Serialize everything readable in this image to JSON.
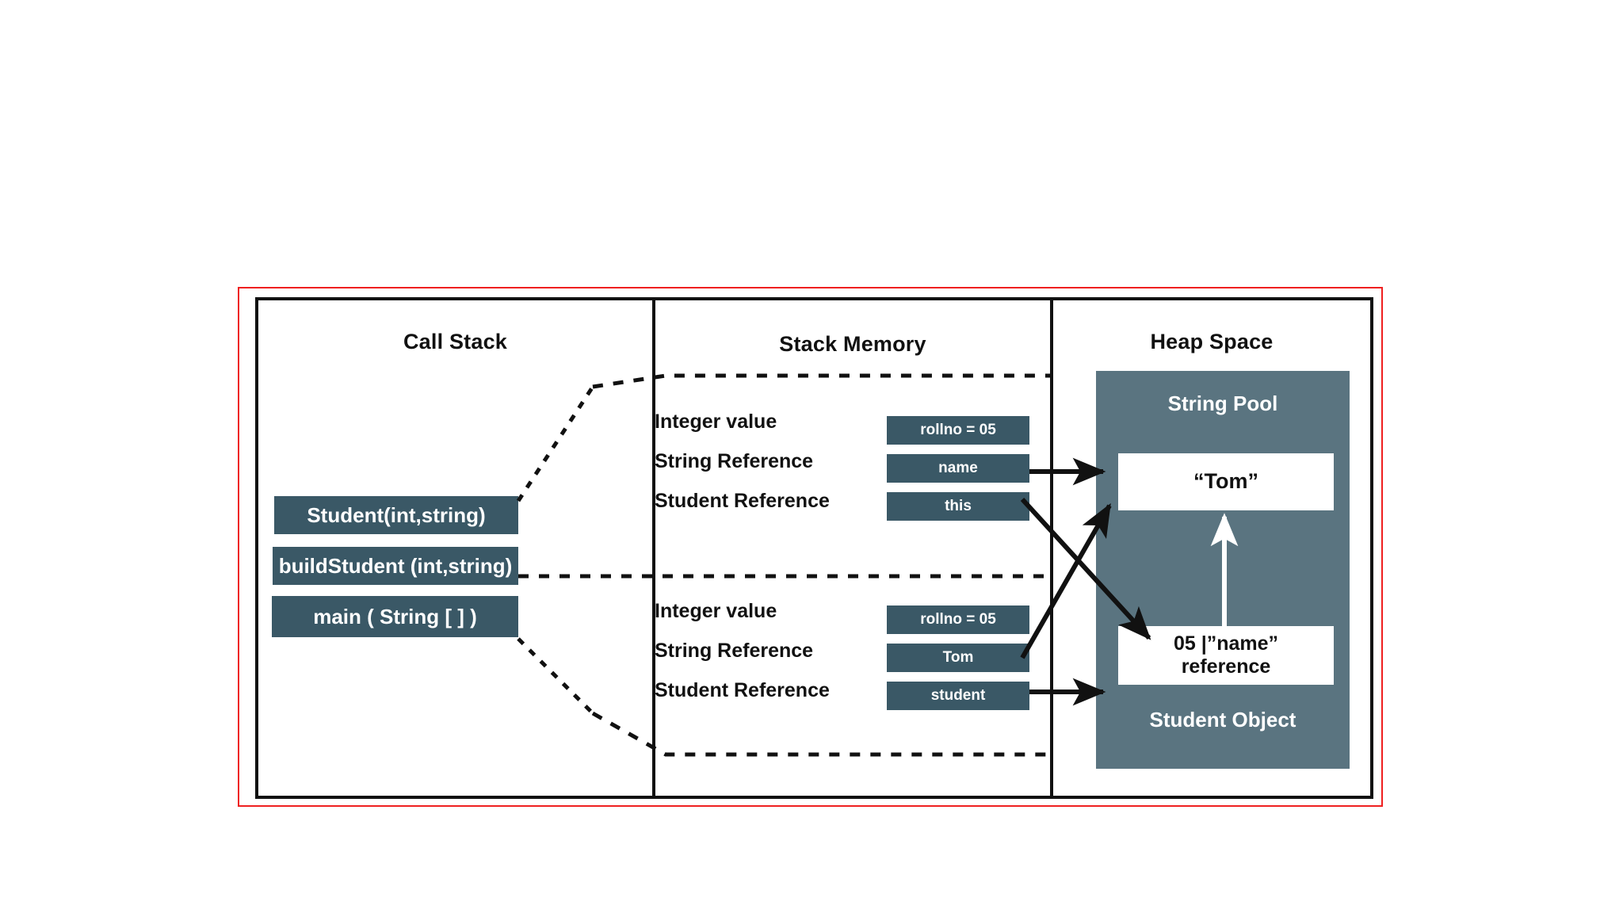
{
  "diagram": {
    "panels": [
      {
        "id": "call-stack",
        "title": "Call Stack"
      },
      {
        "id": "stack-memory",
        "title": "Stack Memory"
      },
      {
        "id": "heap-space",
        "title": "Heap Space"
      }
    ],
    "call_stack": {
      "frames": [
        {
          "label": "Student(int,string)"
        },
        {
          "label": "buildStudent (int,string)"
        },
        {
          "label": "main ( String [ ] )"
        }
      ]
    },
    "stack_memory": {
      "frames": [
        {
          "name": "student-constructor-frame",
          "rows": [
            {
              "label": "Integer value",
              "slot": "rollno = 05"
            },
            {
              "label": "String Reference",
              "slot": "name"
            },
            {
              "label": "Student Reference",
              "slot": "this"
            }
          ]
        },
        {
          "name": "build-student-frame",
          "rows": [
            {
              "label": "Integer value",
              "slot": "rollno = 05"
            },
            {
              "label": "String Reference",
              "slot": "Tom"
            },
            {
              "label": "Student Reference",
              "slot": "student"
            }
          ]
        }
      ]
    },
    "heap_space": {
      "string_pool_label": "String Pool",
      "string_pool_cell": "“Tom”",
      "student_object_label": "Student Object",
      "student_object_cell_line1": "05 |”name”",
      "student_object_cell_line2": "reference"
    },
    "colors": {
      "outer_frame": "#ef2020",
      "panel_border": "#111111",
      "box_fill": "#3a5866",
      "heap_fill": "#5a7480",
      "cell_fill": "#ffffff",
      "text_dark": "#111111",
      "text_light": "#ffffff",
      "arrow": "#111111",
      "white_arrow": "#ffffff"
    }
  }
}
